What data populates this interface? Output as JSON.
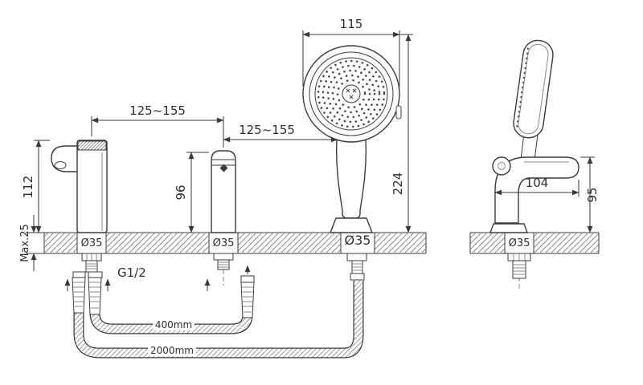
{
  "drawing": {
    "front": {
      "shower_width": "115",
      "total_height": "224",
      "span_left": "125~155",
      "span_right": "125~155",
      "spout_height": "112",
      "valve_height": "96",
      "deck_thickness": "Max.25",
      "hole_left": "Ø35",
      "hole_mid": "Ø35",
      "hole_shower": "Ø35",
      "thread_size": "G1/2",
      "hose_short": "400mm",
      "hose_long": "2000mm"
    },
    "side": {
      "holder_reach": "104",
      "holder_height": "95",
      "hole": "Ø35"
    },
    "colors": {
      "line": "#3a3a3a",
      "hatch": "#8a8a8a",
      "background": "#ffffff"
    }
  }
}
